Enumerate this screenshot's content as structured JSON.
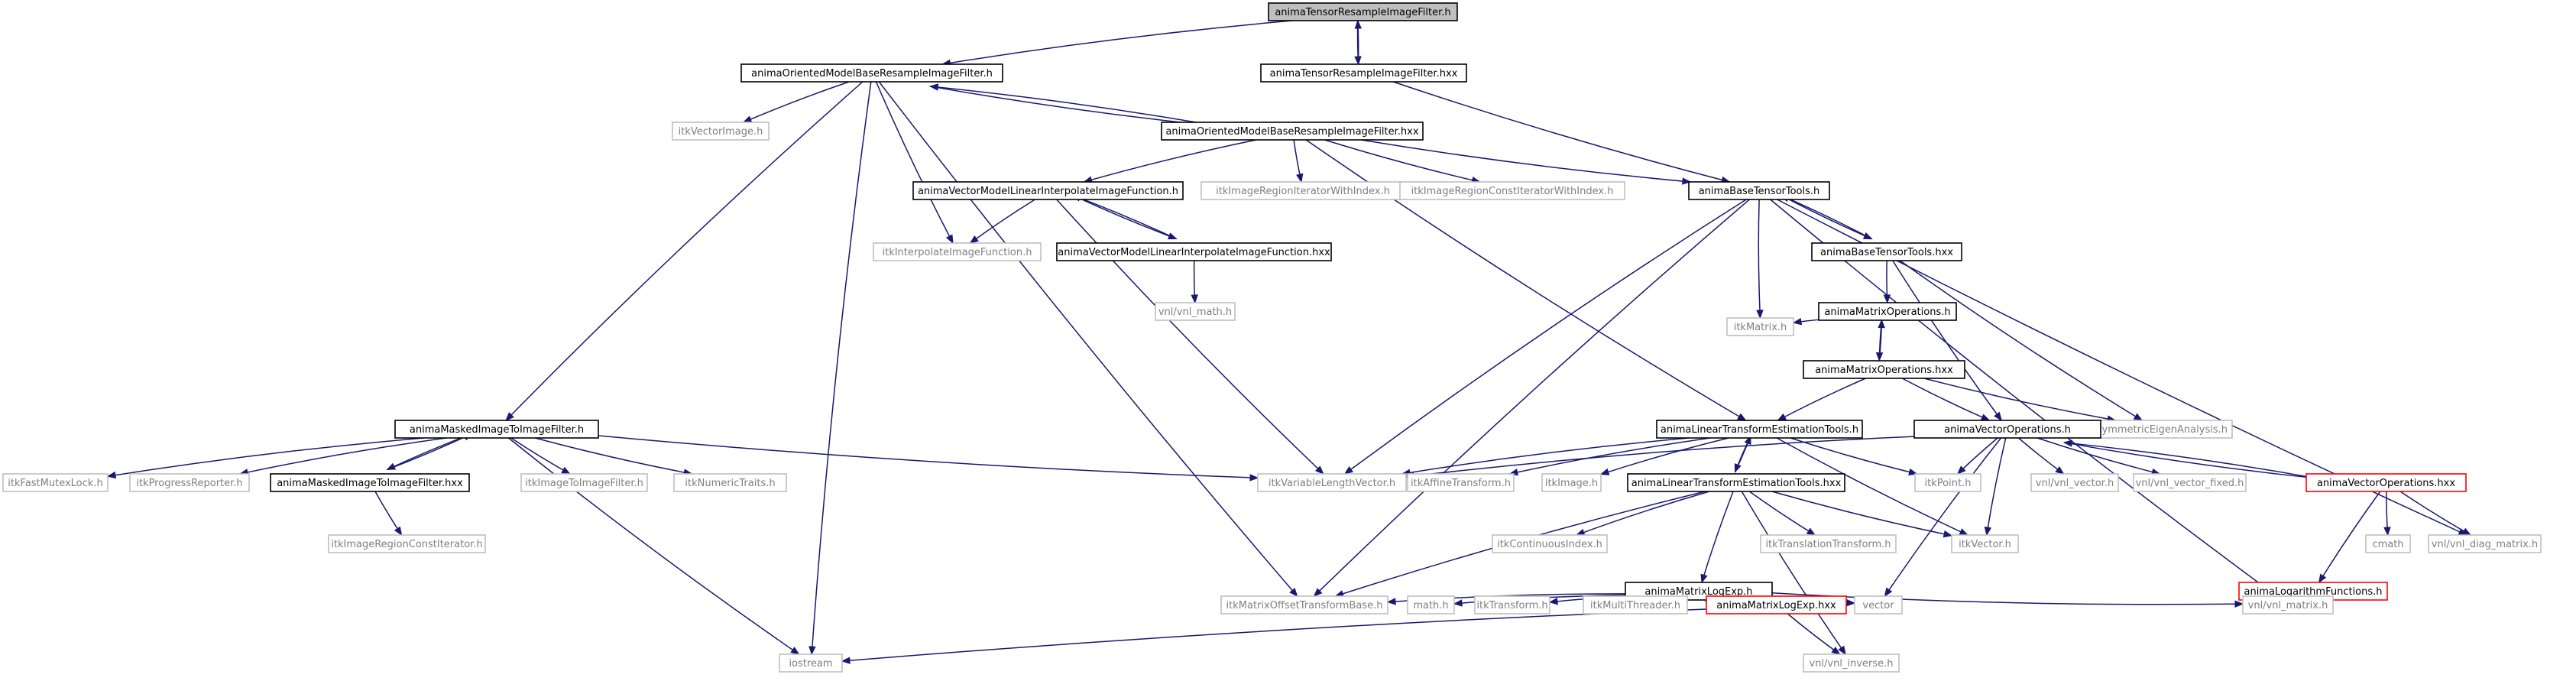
{
  "colors": {
    "edge": "#191970",
    "root_fill": "#bfbfbf",
    "root_stroke": "#000000",
    "normal_stroke": "#000000",
    "external_stroke": "#bfbfbf",
    "external_text": "#7f7f7f",
    "missing_stroke": "#ff0000",
    "text": "#000000"
  },
  "nodes": [
    {
      "id": "n1",
      "label": "animaTensorResampleImageFilter.h",
      "kind": "root"
    },
    {
      "id": "n2",
      "label": "animaOrientedModelBaseResampleImageFilter.h",
      "kind": "normal"
    },
    {
      "id": "n3",
      "label": "animaTensorResampleImageFilter.hxx",
      "kind": "normal"
    },
    {
      "id": "n4",
      "label": "itkVectorImage.h",
      "kind": "external"
    },
    {
      "id": "n5",
      "label": "animaOrientedModelBaseResampleImageFilter.hxx",
      "kind": "normal"
    },
    {
      "id": "n6",
      "label": "animaVectorModelLinearInterpolateImageFunction.h",
      "kind": "normal"
    },
    {
      "id": "n7",
      "label": "itkImageRegionIteratorWithIndex.h",
      "kind": "external"
    },
    {
      "id": "n8",
      "label": "itkImageRegionConstIteratorWithIndex.h",
      "kind": "external"
    },
    {
      "id": "n9",
      "label": "animaBaseTensorTools.h",
      "kind": "normal"
    },
    {
      "id": "n10",
      "label": "itkInterpolateImageFunction.h",
      "kind": "external"
    },
    {
      "id": "n11",
      "label": "animaVectorModelLinearInterpolateImageFunction.hxx",
      "kind": "normal"
    },
    {
      "id": "n12",
      "label": "animaBaseTensorTools.hxx",
      "kind": "normal"
    },
    {
      "id": "n13",
      "label": "vnl/vnl_math.h",
      "kind": "external"
    },
    {
      "id": "n14",
      "label": "animaMatrixOperations.h",
      "kind": "normal"
    },
    {
      "id": "n15",
      "label": "itkMatrix.h",
      "kind": "external"
    },
    {
      "id": "n16",
      "label": "animaMatrixOperations.hxx",
      "kind": "normal"
    },
    {
      "id": "n17",
      "label": "itkSymmetricEigenAnalysis.h",
      "kind": "external"
    },
    {
      "id": "n18",
      "label": "animaMaskedImageToImageFilter.h",
      "kind": "normal"
    },
    {
      "id": "n19",
      "label": "animaLinearTransformEstimationTools.h",
      "kind": "normal"
    },
    {
      "id": "n20",
      "label": "animaVectorOperations.h",
      "kind": "normal"
    },
    {
      "id": "n21",
      "label": "itkFastMutexLock.h",
      "kind": "external"
    },
    {
      "id": "n22",
      "label": "itkProgressReporter.h",
      "kind": "external"
    },
    {
      "id": "n23",
      "label": "animaMaskedImageToImageFilter.hxx",
      "kind": "normal"
    },
    {
      "id": "n24",
      "label": "itkImageToImageFilter.h",
      "kind": "external"
    },
    {
      "id": "n25",
      "label": "itkNumericTraits.h",
      "kind": "external"
    },
    {
      "id": "n26",
      "label": "itkVariableLengthVector.h",
      "kind": "external"
    },
    {
      "id": "n27",
      "label": "itkAffineTransform.h",
      "kind": "external"
    },
    {
      "id": "n28",
      "label": "itkImage.h",
      "kind": "external"
    },
    {
      "id": "n29",
      "label": "animaLinearTransformEstimationTools.hxx",
      "kind": "normal"
    },
    {
      "id": "n30",
      "label": "itkPoint.h",
      "kind": "external"
    },
    {
      "id": "n31",
      "label": "vnl/vnl_vector.h",
      "kind": "external"
    },
    {
      "id": "n32",
      "label": "vnl/vnl_vector_fixed.h",
      "kind": "external"
    },
    {
      "id": "n33",
      "label": "animaVectorOperations.hxx",
      "kind": "missing"
    },
    {
      "id": "n34",
      "label": "itkImageRegionConstIterator.h",
      "kind": "external"
    },
    {
      "id": "n35",
      "label": "itkContinuousIndex.h",
      "kind": "external"
    },
    {
      "id": "n36",
      "label": "itkTranslationTransform.h",
      "kind": "external"
    },
    {
      "id": "n37",
      "label": "itkVector.h",
      "kind": "external"
    },
    {
      "id": "n38",
      "label": "animaLogarithmFunctions.h",
      "kind": "missing"
    },
    {
      "id": "n39",
      "label": "cmath",
      "kind": "external"
    },
    {
      "id": "n40",
      "label": "vnl/vnl_diag_matrix.h",
      "kind": "external"
    },
    {
      "id": "n41",
      "label": "animaMatrixLogExp.h",
      "kind": "normal"
    },
    {
      "id": "n42",
      "label": "itkMatrixOffsetTransformBase.h",
      "kind": "external"
    },
    {
      "id": "n43",
      "label": "math.h",
      "kind": "external"
    },
    {
      "id": "n44",
      "label": "itkTransform.h",
      "kind": "external"
    },
    {
      "id": "n45",
      "label": "itkMultiThreader.h",
      "kind": "external"
    },
    {
      "id": "n46",
      "label": "animaMatrixLogExp.hxx",
      "kind": "missing"
    },
    {
      "id": "n47",
      "label": "vector",
      "kind": "external"
    },
    {
      "id": "n48",
      "label": "vnl/vnl_matrix.h",
      "kind": "external"
    },
    {
      "id": "n49",
      "label": "iostream",
      "kind": "external"
    },
    {
      "id": "n50",
      "label": "vnl/vnl_inverse.h",
      "kind": "external"
    }
  ],
  "edges": [
    [
      "n1",
      "n2"
    ],
    [
      "n1",
      "n3"
    ],
    [
      "n3",
      "n1"
    ],
    [
      "n3",
      "n9"
    ],
    [
      "n2",
      "n4"
    ],
    [
      "n2",
      "n5"
    ],
    [
      "n5",
      "n2"
    ],
    [
      "n2",
      "n18"
    ],
    [
      "n2",
      "n10"
    ],
    [
      "n2",
      "n42"
    ],
    [
      "n2",
      "n49"
    ],
    [
      "n5",
      "n6"
    ],
    [
      "n5",
      "n7"
    ],
    [
      "n5",
      "n8"
    ],
    [
      "n5",
      "n9"
    ],
    [
      "n5",
      "n19"
    ],
    [
      "n6",
      "n10"
    ],
    [
      "n6",
      "n11"
    ],
    [
      "n11",
      "n6"
    ],
    [
      "n6",
      "n26"
    ],
    [
      "n11",
      "n13"
    ],
    [
      "n9",
      "n12"
    ],
    [
      "n12",
      "n9"
    ],
    [
      "n9",
      "n15"
    ],
    [
      "n9",
      "n26"
    ],
    [
      "n9",
      "n42"
    ],
    [
      "n9",
      "n40"
    ],
    [
      "n9",
      "n48"
    ],
    [
      "n12",
      "n14"
    ],
    [
      "n12",
      "n20"
    ],
    [
      "n12",
      "n17"
    ],
    [
      "n14",
      "n15"
    ],
    [
      "n14",
      "n16"
    ],
    [
      "n16",
      "n14"
    ],
    [
      "n16",
      "n17"
    ],
    [
      "n16",
      "n19"
    ],
    [
      "n16",
      "n20"
    ],
    [
      "n18",
      "n21"
    ],
    [
      "n18",
      "n22"
    ],
    [
      "n18",
      "n23"
    ],
    [
      "n23",
      "n18"
    ],
    [
      "n18",
      "n24"
    ],
    [
      "n18",
      "n25"
    ],
    [
      "n18",
      "n26"
    ],
    [
      "n18",
      "n49"
    ],
    [
      "n23",
      "n34"
    ],
    [
      "n19",
      "n26"
    ],
    [
      "n19",
      "n27"
    ],
    [
      "n19",
      "n28"
    ],
    [
      "n19",
      "n29"
    ],
    [
      "n29",
      "n19"
    ],
    [
      "n19",
      "n30"
    ],
    [
      "n19",
      "n37"
    ],
    [
      "n29",
      "n35"
    ],
    [
      "n29",
      "n36"
    ],
    [
      "n29",
      "n41"
    ],
    [
      "n29",
      "n42"
    ],
    [
      "n29",
      "n37"
    ],
    [
      "n29",
      "n50"
    ],
    [
      "n20",
      "n26"
    ],
    [
      "n20",
      "n30"
    ],
    [
      "n20",
      "n31"
    ],
    [
      "n20",
      "n32"
    ],
    [
      "n20",
      "n37"
    ],
    [
      "n20",
      "n33"
    ],
    [
      "n33",
      "n20"
    ],
    [
      "n20",
      "n47"
    ],
    [
      "n33",
      "n38"
    ],
    [
      "n33",
      "n39"
    ],
    [
      "n33",
      "n40"
    ],
    [
      "n41",
      "n42"
    ],
    [
      "n41",
      "n43"
    ],
    [
      "n41",
      "n44"
    ],
    [
      "n41",
      "n45"
    ],
    [
      "n41",
      "n46"
    ],
    [
      "n46",
      "n41"
    ],
    [
      "n41",
      "n47"
    ],
    [
      "n41",
      "n48"
    ],
    [
      "n46",
      "n49"
    ],
    [
      "n46",
      "n50"
    ]
  ]
}
